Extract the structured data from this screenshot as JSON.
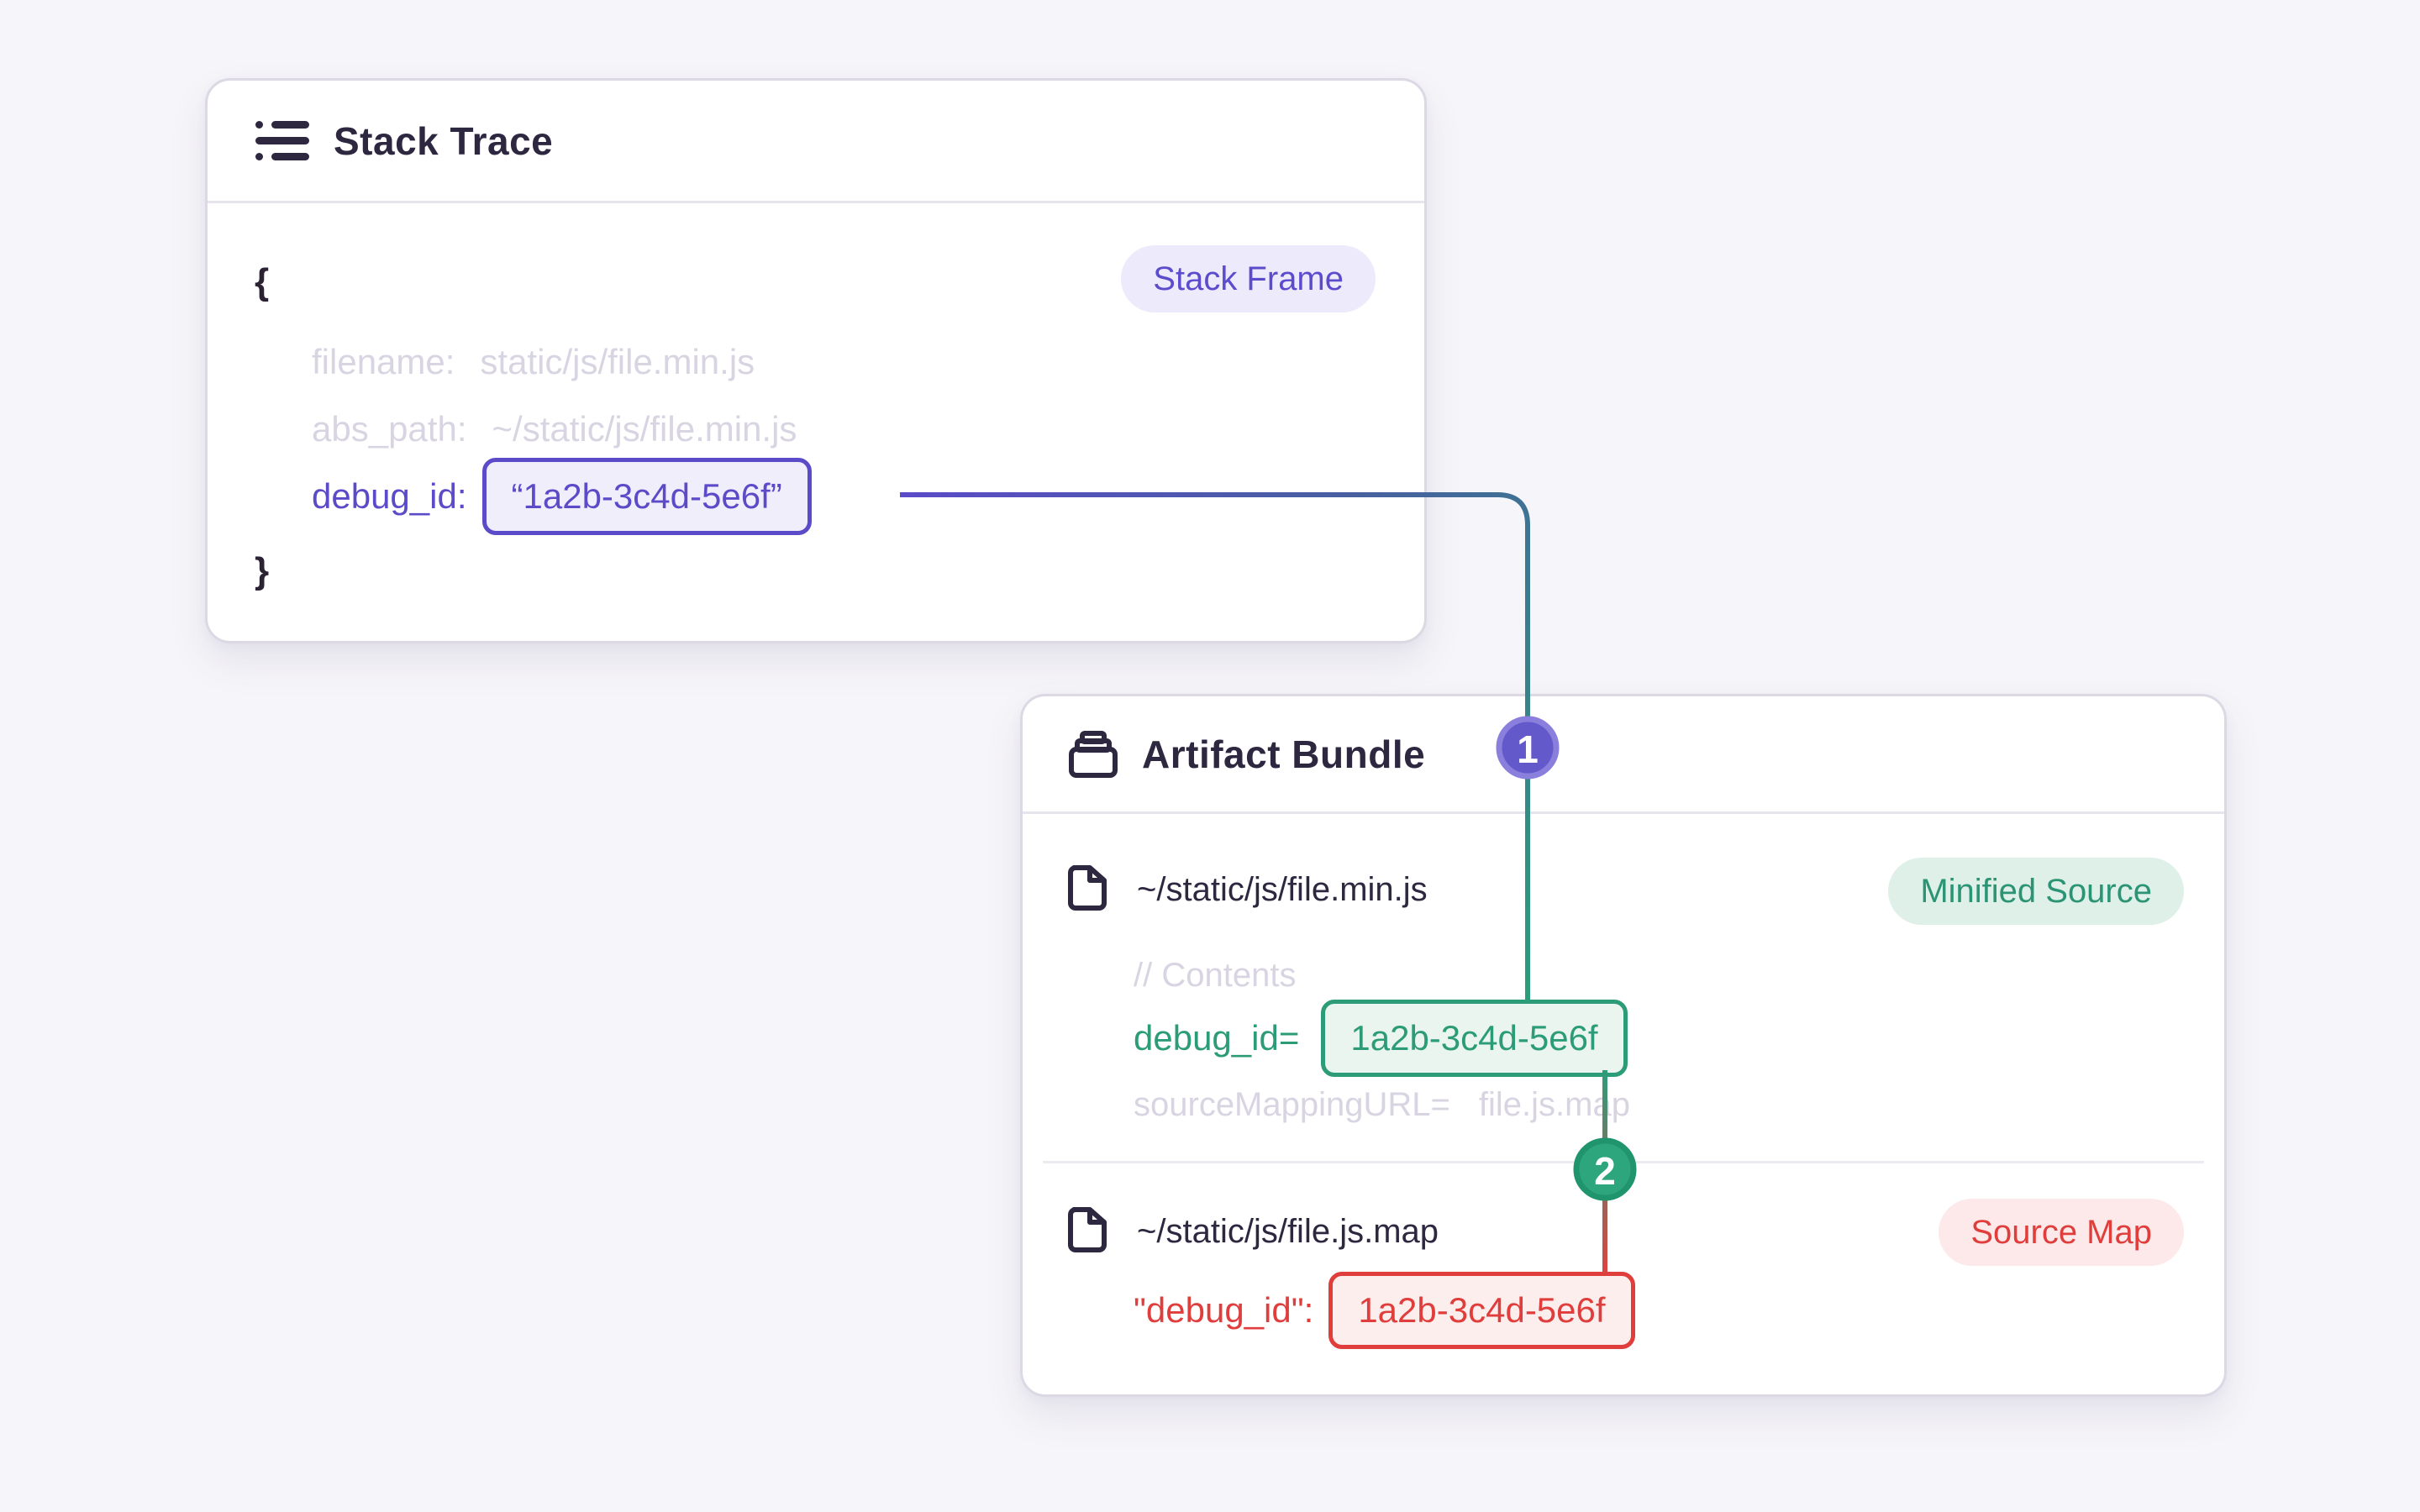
{
  "stack": {
    "title": "Stack Trace",
    "badge": "Stack Frame",
    "brace_open": "{",
    "brace_close": "}",
    "filename_key": "filename:",
    "filename_value": "static/js/file.min.js",
    "abs_key": "abs_path:",
    "abs_value": "~/static/js/file.min.js",
    "debug_key": "debug_id:",
    "debug_value": "“1a2b-3c4d-5e6f”"
  },
  "artifact": {
    "title": "Artifact Bundle",
    "min_file": {
      "name": "~/static/js/file.min.js",
      "badge": "Minified Source",
      "comment": "// Contents",
      "debug_key": "debug_id=",
      "debug_value": "1a2b-3c4d-5e6f",
      "map_key": "sourceMappingURL=",
      "map_value": "file.js.map"
    },
    "map_file": {
      "name": "~/static/js/file.js.map",
      "badge": "Source Map",
      "debug_key": "\"debug_id\":",
      "debug_value": "1a2b-3c4d-5e6f"
    }
  },
  "markers": {
    "step1": "1",
    "step2": "2"
  },
  "colors": {
    "page_bg": "#f6f5f9",
    "card_border": "#dcd8e4",
    "ink": "#2e2740",
    "muted_text": "#d8d4e2",
    "purple": "#5b4bc8",
    "purple_badge_bg": "#edeafb",
    "green": "#2b9c77",
    "green_badge_bg": "#def0e8",
    "red": "#df3e3c",
    "red_badge_bg": "#fde9e9",
    "connector_teal": "#2b9d7a",
    "step1_fill": "#6459cb",
    "step2_fill": "#2da67d"
  }
}
